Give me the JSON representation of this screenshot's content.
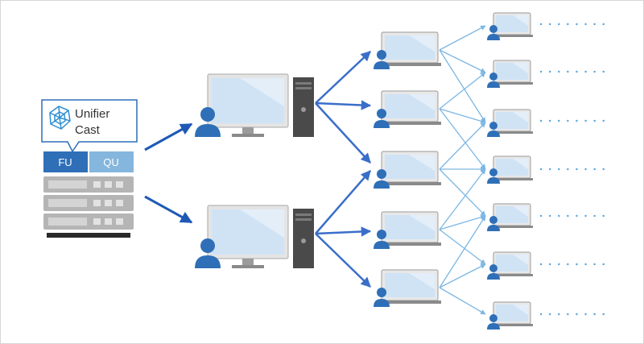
{
  "logo": {
    "line1": "Unifier",
    "line2": "Cast"
  },
  "server": {
    "fu_label": "FU",
    "qu_label": "QU"
  },
  "colors": {
    "primary": "#2e6fb8",
    "light": "#85b6dd",
    "arrow_dark": "#3a6ec9",
    "arrow_light": "#7cb7e3",
    "screen": "#cfe3f5",
    "dots": "#58a6dc"
  }
}
